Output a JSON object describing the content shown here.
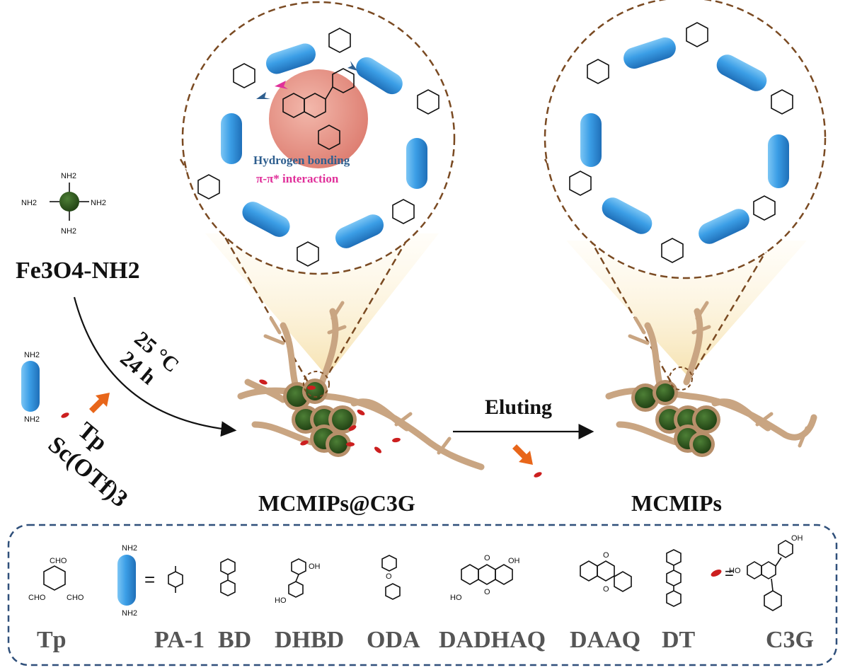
{
  "precursor": {
    "amine_labels": [
      "NH2",
      "NH2",
      "NH2",
      "NH2"
    ],
    "name": "Fe3O4-NH2"
  },
  "linker_ends": [
    "NH2",
    "NH2"
  ],
  "reagents": [
    "Tp",
    "Sc(OTf)3"
  ],
  "conditions": [
    "25 °C",
    "24 h"
  ],
  "interactions": {
    "hydrogen": "Hydrogen bonding",
    "pi": "π-π* interaction"
  },
  "elution": "Eluting",
  "products": [
    "MCMIPs@C3G",
    "MCMIPs"
  ],
  "legend": {
    "items": [
      "Tp",
      "PA-1",
      "BD",
      "DHBD",
      "ODA",
      "DADHAQ",
      "DAAQ",
      "DT",
      "C3G"
    ],
    "tp_groups": [
      "CHO",
      "CHO",
      "CHO"
    ],
    "equals": "="
  },
  "colors": {
    "linker_blue": "#3b9ee6",
    "core_green": "#2e5a1c",
    "branch_tan": "#c9a582",
    "template_red": "#cc1f1f",
    "arrow_orange": "#e8661a",
    "circle_dash": "#7a4a22",
    "legend_border": "#2f4f7a",
    "h_bond_text": "#2f5f8f",
    "pi_text": "#e0309a"
  }
}
